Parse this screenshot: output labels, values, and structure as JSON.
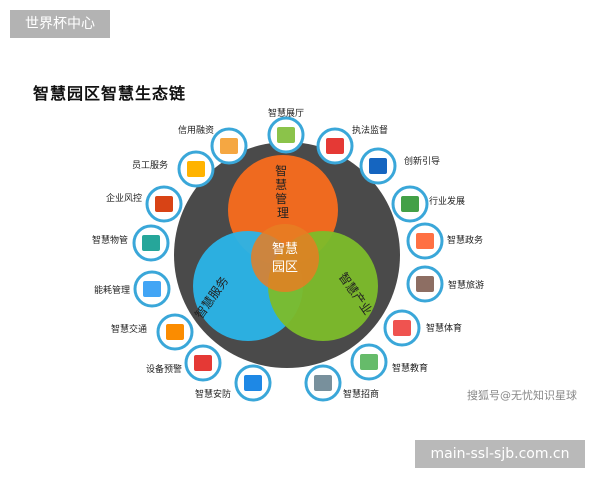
{
  "badge_top": "世界杯中心",
  "title": "智慧园区智慧生态链",
  "center": {
    "line1": "智慧",
    "line2": "园区"
  },
  "circles": {
    "management": "智慧管理",
    "service": "智慧服务",
    "industry": "智慧产业"
  },
  "colors": {
    "outer": "#4a4a4a",
    "management": "#ef6a1f",
    "service": "#2ab4e8",
    "industry": "#7cbc2a",
    "icon_ring": "#3aa7d9"
  },
  "nodes": [
    {
      "label": "信用融资",
      "icon": "building-icon"
    },
    {
      "label": "智慧展厅",
      "icon": "exhibition-icon"
    },
    {
      "label": "执法监督",
      "icon": "cone-icon"
    },
    {
      "label": "员工服务",
      "icon": "people-icon"
    },
    {
      "label": "创新引导",
      "icon": "car-icon"
    },
    {
      "label": "企业风控",
      "icon": "target-icon"
    },
    {
      "label": "行业发展",
      "icon": "city-icon"
    },
    {
      "label": "智慧物管",
      "icon": "house-icon"
    },
    {
      "label": "智慧政务",
      "icon": "person-icon"
    },
    {
      "label": "能耗管理",
      "icon": "chart-icon"
    },
    {
      "label": "智慧旅游",
      "icon": "shop-icon"
    },
    {
      "label": "智慧交通",
      "icon": "road-icon"
    },
    {
      "label": "智慧体育",
      "icon": "bin-icon"
    },
    {
      "label": "设备预警",
      "icon": "firstaid-icon"
    },
    {
      "label": "智慧教育",
      "icon": "windows-icon"
    },
    {
      "label": "智慧安防",
      "icon": "magnifier-icon"
    },
    {
      "label": "智慧招商",
      "icon": "document-icon"
    }
  ],
  "watermark": "搜狐号@无忧知识星球",
  "badge_bottom": "main-ssl-sjb.com.cn"
}
